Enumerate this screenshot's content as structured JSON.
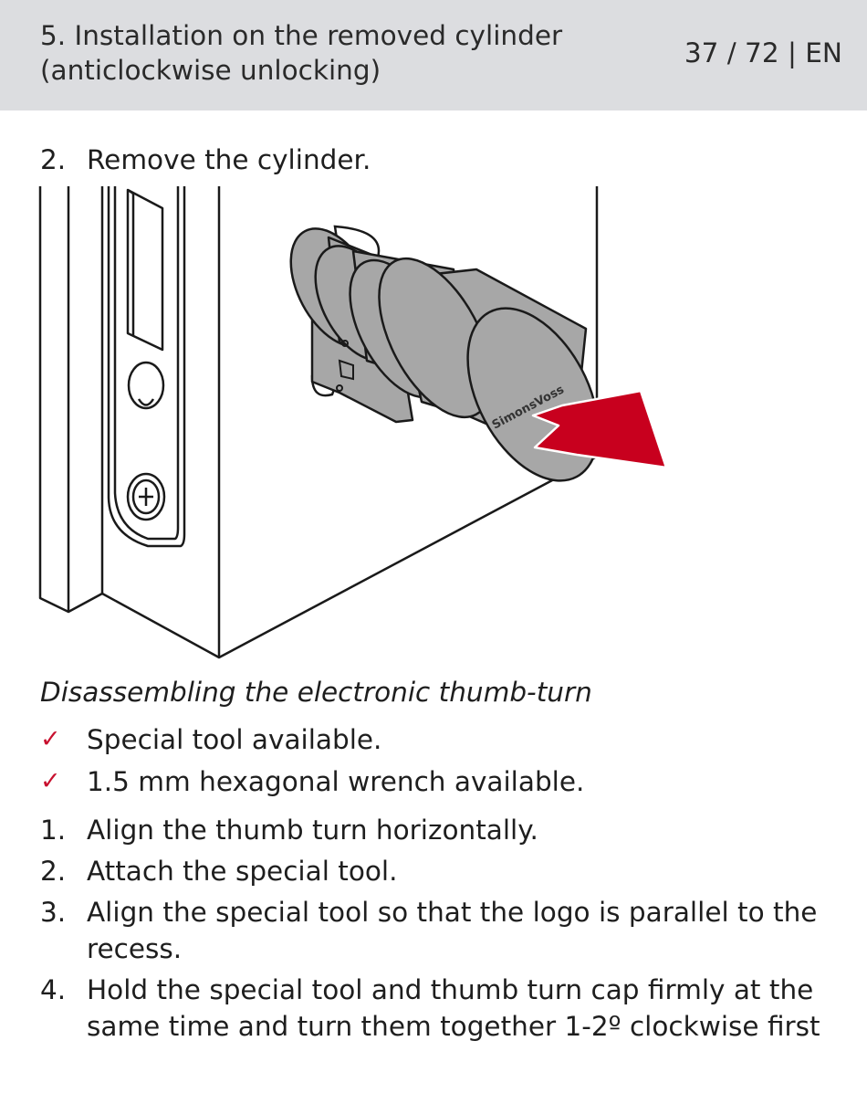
{
  "header": {
    "title_line1": "5. Installation on the removed cylinder",
    "title_line2": "(anticlockwise unlocking)",
    "page_indicator": "37 / 72 | EN"
  },
  "step_2": {
    "number": "2.",
    "text": "Remove the cylinder."
  },
  "figure": {
    "logo_text": "SimonsVoss",
    "arrow_color": "#c8001e",
    "cylinder_color": "#a7a7a7"
  },
  "section": {
    "heading": "Disassembling the electronic thumb-turn",
    "prerequisites": [
      {
        "icon": "check-icon",
        "mark": "✓",
        "text": "Special tool available."
      },
      {
        "icon": "check-icon",
        "mark": "✓",
        "text": "1.5 mm hexagonal wrench available."
      }
    ],
    "steps": [
      {
        "number": "1.",
        "lines": [
          "Align the thumb turn horizontally."
        ]
      },
      {
        "number": "2.",
        "lines": [
          "Attach the special tool."
        ]
      },
      {
        "number": "3.",
        "lines": [
          "Align the special tool so that the logo is parallel to the",
          "recess."
        ]
      },
      {
        "number": "4.",
        "lines": [
          "Hold the special tool and thumb turn cap firmly at the",
          "same time and turn them together 1-2º clockwise first"
        ]
      }
    ]
  }
}
